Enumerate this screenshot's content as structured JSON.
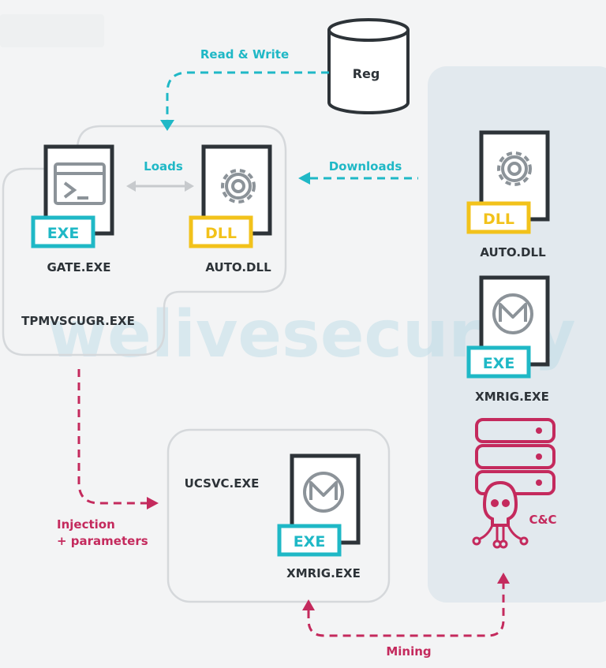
{
  "labels": {
    "read_write": "Read & Write",
    "reg": "Reg",
    "loads": "Loads",
    "downloads": "Downloads",
    "gate_exe": "GATE.EXE",
    "auto_dll_local": "AUTO.DLL",
    "tpmvscugr": "TPMVSCUGR.EXE",
    "auto_dll_remote": "AUTO.DLL",
    "xmrig_remote": "XMRIG.EXE",
    "cnc": "C&C",
    "ucsvc": "UCSVC.EXE",
    "xmrig_local": "XMRIG.EXE",
    "injection_line1": "Injection",
    "injection_line2": "+ parameters",
    "mining": "Mining",
    "watermark": "welivesecurity"
  },
  "badges": {
    "exe": "EXE",
    "dll": "DLL"
  },
  "colors": {
    "teal": "#1fb8c6",
    "yellow": "#f2c21b",
    "magenta": "#c42a5d",
    "dark": "#2d3338",
    "gray_outline": "#d5d8db",
    "panel": "#e2e9ee",
    "icon_gray": "#8c9399"
  },
  "icons": [
    "terminal-window-icon",
    "gear-icon",
    "monero-icon",
    "database-icon",
    "server-skull-icon"
  ]
}
